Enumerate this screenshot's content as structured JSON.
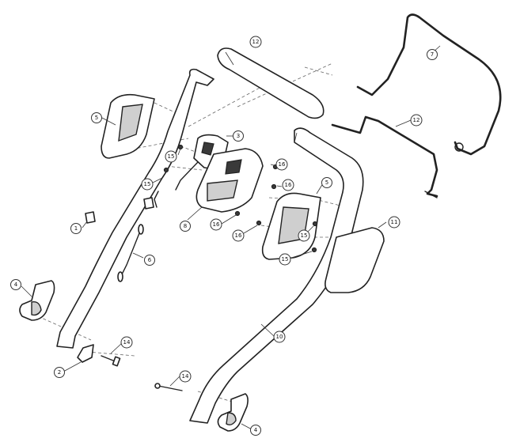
{
  "callouts": [
    {
      "id": "c1",
      "label": "1"
    },
    {
      "id": "c2",
      "label": "2"
    },
    {
      "id": "c3",
      "label": "3"
    },
    {
      "id": "c4a",
      "label": "4"
    },
    {
      "id": "c4b",
      "label": "4"
    },
    {
      "id": "c5a",
      "label": "5"
    },
    {
      "id": "c5b",
      "label": "5"
    },
    {
      "id": "c6",
      "label": "6"
    },
    {
      "id": "c7",
      "label": "7"
    },
    {
      "id": "c8",
      "label": "8"
    },
    {
      "id": "c10",
      "label": "10"
    },
    {
      "id": "c11",
      "label": "11"
    },
    {
      "id": "c12a",
      "label": "12"
    },
    {
      "id": "c12b",
      "label": "12"
    },
    {
      "id": "c14a",
      "label": "14"
    },
    {
      "id": "c14b",
      "label": "14"
    },
    {
      "id": "c15a",
      "label": "15"
    },
    {
      "id": "c15b",
      "label": "15"
    },
    {
      "id": "c15c",
      "label": "15"
    },
    {
      "id": "c15d",
      "label": "15"
    },
    {
      "id": "c16a",
      "label": "16"
    },
    {
      "id": "c16b",
      "label": "16"
    },
    {
      "id": "c16c",
      "label": "16"
    },
    {
      "id": "c16d",
      "label": "16"
    }
  ]
}
